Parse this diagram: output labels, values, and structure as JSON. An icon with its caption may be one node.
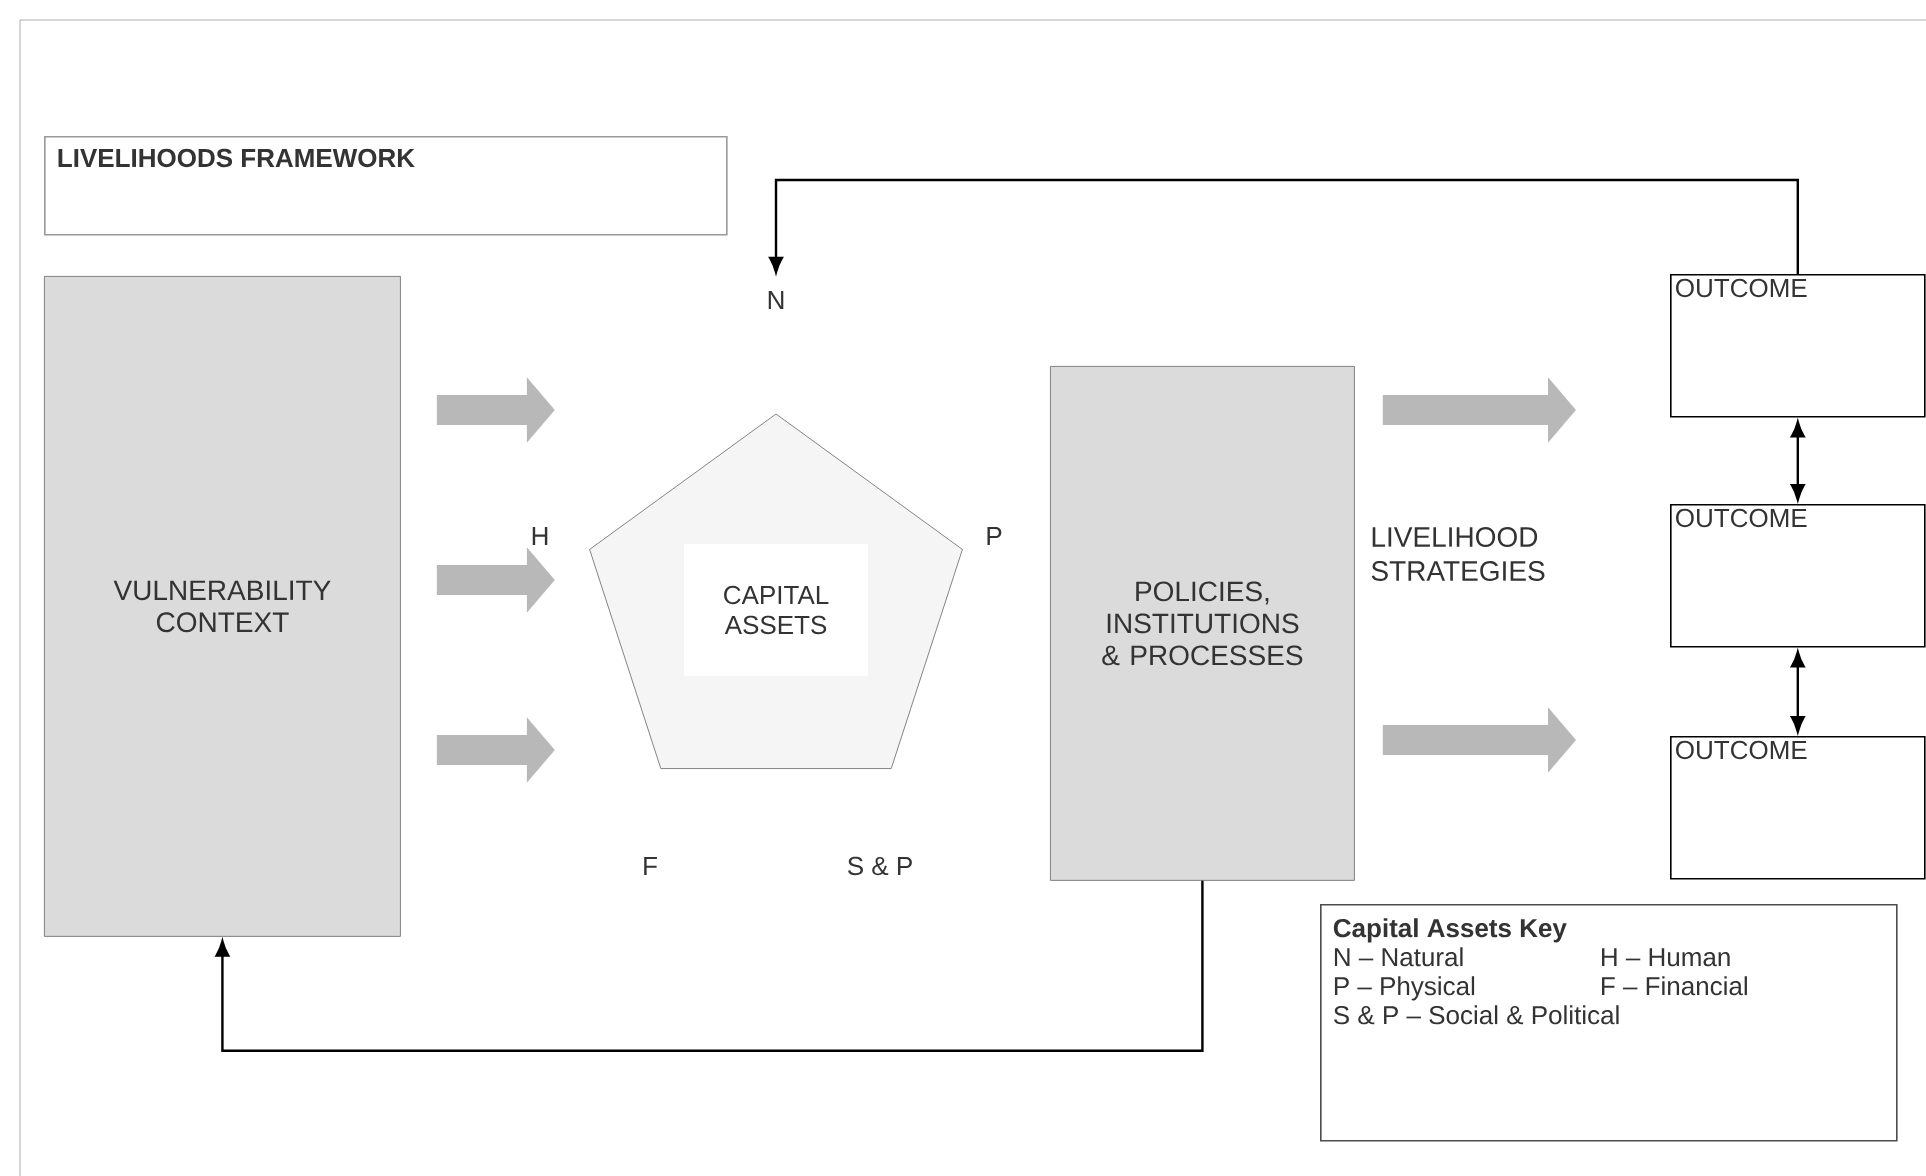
{
  "diagram": {
    "nodes": [
      {
        "text": [
          "LIVELIHOODS FRAMEWORK"
        ]
      },
      {
        "text": [
          "VULNERABILITY CONTEXT"
        ]
      },
      {
        "text": [
          "CAPITAL ASSETS"
        ]
      },
      {
        "text": [
          "POLICIES, INSTITUTIONS & PROCESSES"
        ]
      },
      {
        "text": [
          "OUTCOME"
        ]
      },
      {
        "text": [
          "OUTCOME"
        ]
      },
      {
        "text": [
          "OUTCOME"
        ]
      },
      {
        "text": [
          "Capital Assets Key",
          "N – Natural",
          "H – Human",
          "P – Physical",
          "F – Financial",
          "S & P – Social & Political"
        ]
      },
      {
        "text": [
          "N"
        ]
      }
    ],
    "edges": [
      {
        "from": 1,
        "to": 2,
        "arrow": "to"
      },
      {
        "from": 1,
        "to": 2,
        "arrow": "to"
      },
      {
        "from": 1,
        "to": 2,
        "arrow": "to"
      },
      {
        "from": 3,
        "to": 4,
        "arrow": "to"
      },
      {
        "from": 3,
        "to": 6,
        "arrow": "to"
      },
      {
        "from": 4,
        "to": 5,
        "arrow": "both",
        "color": "#000000"
      },
      {
        "from": 5,
        "to": 6,
        "arrow": "both",
        "color": "#000000"
      },
      {
        "from": 4,
        "to": 8,
        "arrow": "to",
        "color": "#000000"
      },
      {
        "from": 3,
        "to": 1,
        "arrow": "to",
        "color": "#000000"
      }
    ],
    "labels": [
      "H",
      "P",
      "LIVELIHOOD STRATEGIES",
      "F",
      "S & P"
    ]
  }
}
